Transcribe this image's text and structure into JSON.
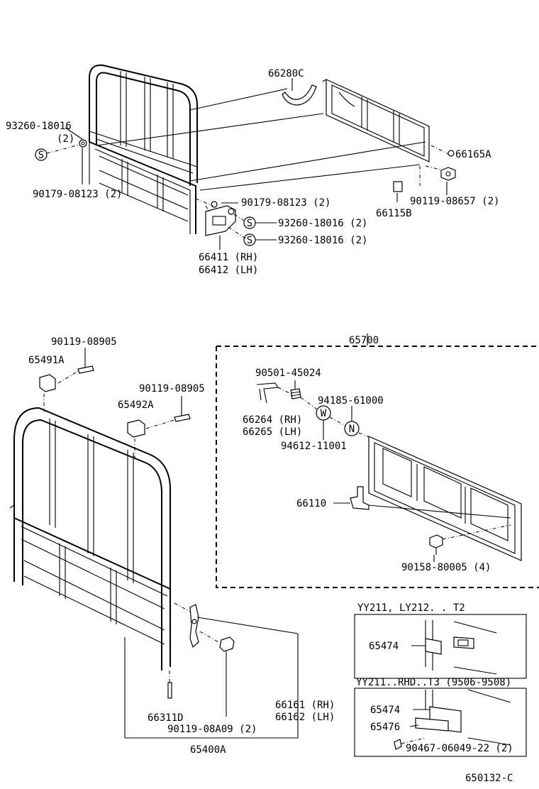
{
  "labels": {
    "p66280C": "66280C",
    "p93260_18016_a": "93260-18016",
    "qty_2_a": "(2)",
    "p90179_08123_a": "90179-08123 (2)",
    "p66165A": "66165A",
    "p90179_08123_b": "90179-08123 (2)",
    "p90119_08657": "90119-08657 (2)",
    "p93260_18016_b": "93260-18016 (2)",
    "p66115B": "66115B",
    "p93260_18016_c": "93260-18016 (2)",
    "p66411": "66411 (RH)",
    "p66412": "66412 (LH)",
    "p90119_08905_a": "90119-08905",
    "p65491A": "65491A",
    "p65700": "65700",
    "p90501_45024": "90501-45024",
    "p90119_08905_b": "90119-08905",
    "p65492A": "65492A",
    "p94185_61000": "94185-61000",
    "p66264": "66264 (RH)",
    "p66265": "66265 (LH)",
    "p94612_11001": "94612-11001",
    "p66110": "66110",
    "p90158_80005": "90158-80005 (4)",
    "variant_1": "YY211, LY212. . T2",
    "p65474_a": "65474",
    "variant_2": "YY211..RHD..T3 (9506-9508)",
    "p65474_b": "65474",
    "p65476": "65476",
    "p90467": "90467-06049-22 (2)",
    "p66311D": "66311D",
    "p90119_08A09": "90119-08A09 (2)",
    "p66161": "66161 (RH)",
    "p66162": "66162 (LH)",
    "p65400A": "65400A",
    "figure_id": "650132-C"
  },
  "symbols": {
    "s": "S",
    "w": "W",
    "n": "N"
  }
}
